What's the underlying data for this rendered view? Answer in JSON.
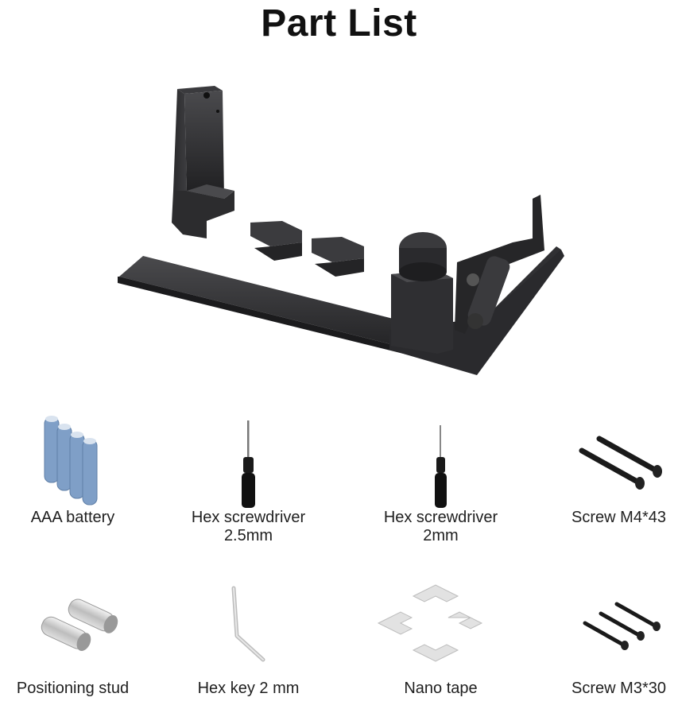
{
  "page": {
    "title": "Part List"
  },
  "parts": [
    {
      "label": "AAA battery",
      "icon": "aaa-battery-icon"
    },
    {
      "label": "Hex screwdriver\n2.5mm",
      "icon": "hex-screwdriver-icon"
    },
    {
      "label": "Hex screwdriver\n2mm",
      "icon": "hex-screwdriver-small-icon"
    },
    {
      "label": "Screw M4*43",
      "icon": "screw-m4-icon"
    },
    {
      "label": "Positioning stud",
      "icon": "positioning-stud-icon"
    },
    {
      "label": "Hex key 2 mm",
      "icon": "hex-key-icon"
    },
    {
      "label": "Nano tape",
      "icon": "nano-tape-icon"
    },
    {
      "label": "Screw M3*30",
      "icon": "screw-m3-icon"
    }
  ],
  "colors": {
    "metal_dark": "#2b2b2d",
    "battery": "#7f9fc7",
    "steel": "#c9c9c9"
  }
}
